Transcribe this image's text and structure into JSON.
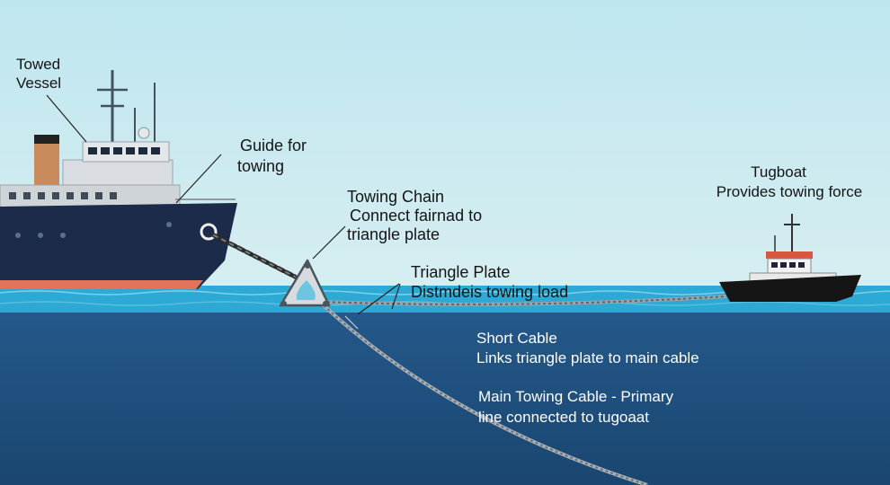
{
  "labels": {
    "towed_vessel": [
      "Towed",
      "Vessel"
    ],
    "guide": [
      "Guide for",
      "towing"
    ],
    "towing_chain": [
      "Towing Chain",
      "Connect fairnad to",
      "triangle plate"
    ],
    "triangle_plate": [
      "Triangle Plate",
      "Distmdeis towing load"
    ],
    "tugboat": [
      "Tugboat",
      "Provides towing force"
    ],
    "short_cable": [
      "Short Cable",
      "Links triangle plate to main cable"
    ],
    "main_cable": [
      "Main Towing Cable - Primary",
      "line connected to tugoaat"
    ]
  },
  "colors": {
    "sky": "#cdebf0",
    "sea_surface": "#2ca9d4",
    "deep_sea": "#1f4e78",
    "hull": "#1c2b4a",
    "hull_stripe": "#e2725a",
    "funnel": "#c98b5c",
    "superstructure": "#d9dde2",
    "tug_hull": "#151515",
    "label_dark": "#141414",
    "label_light": "#ffffff"
  }
}
